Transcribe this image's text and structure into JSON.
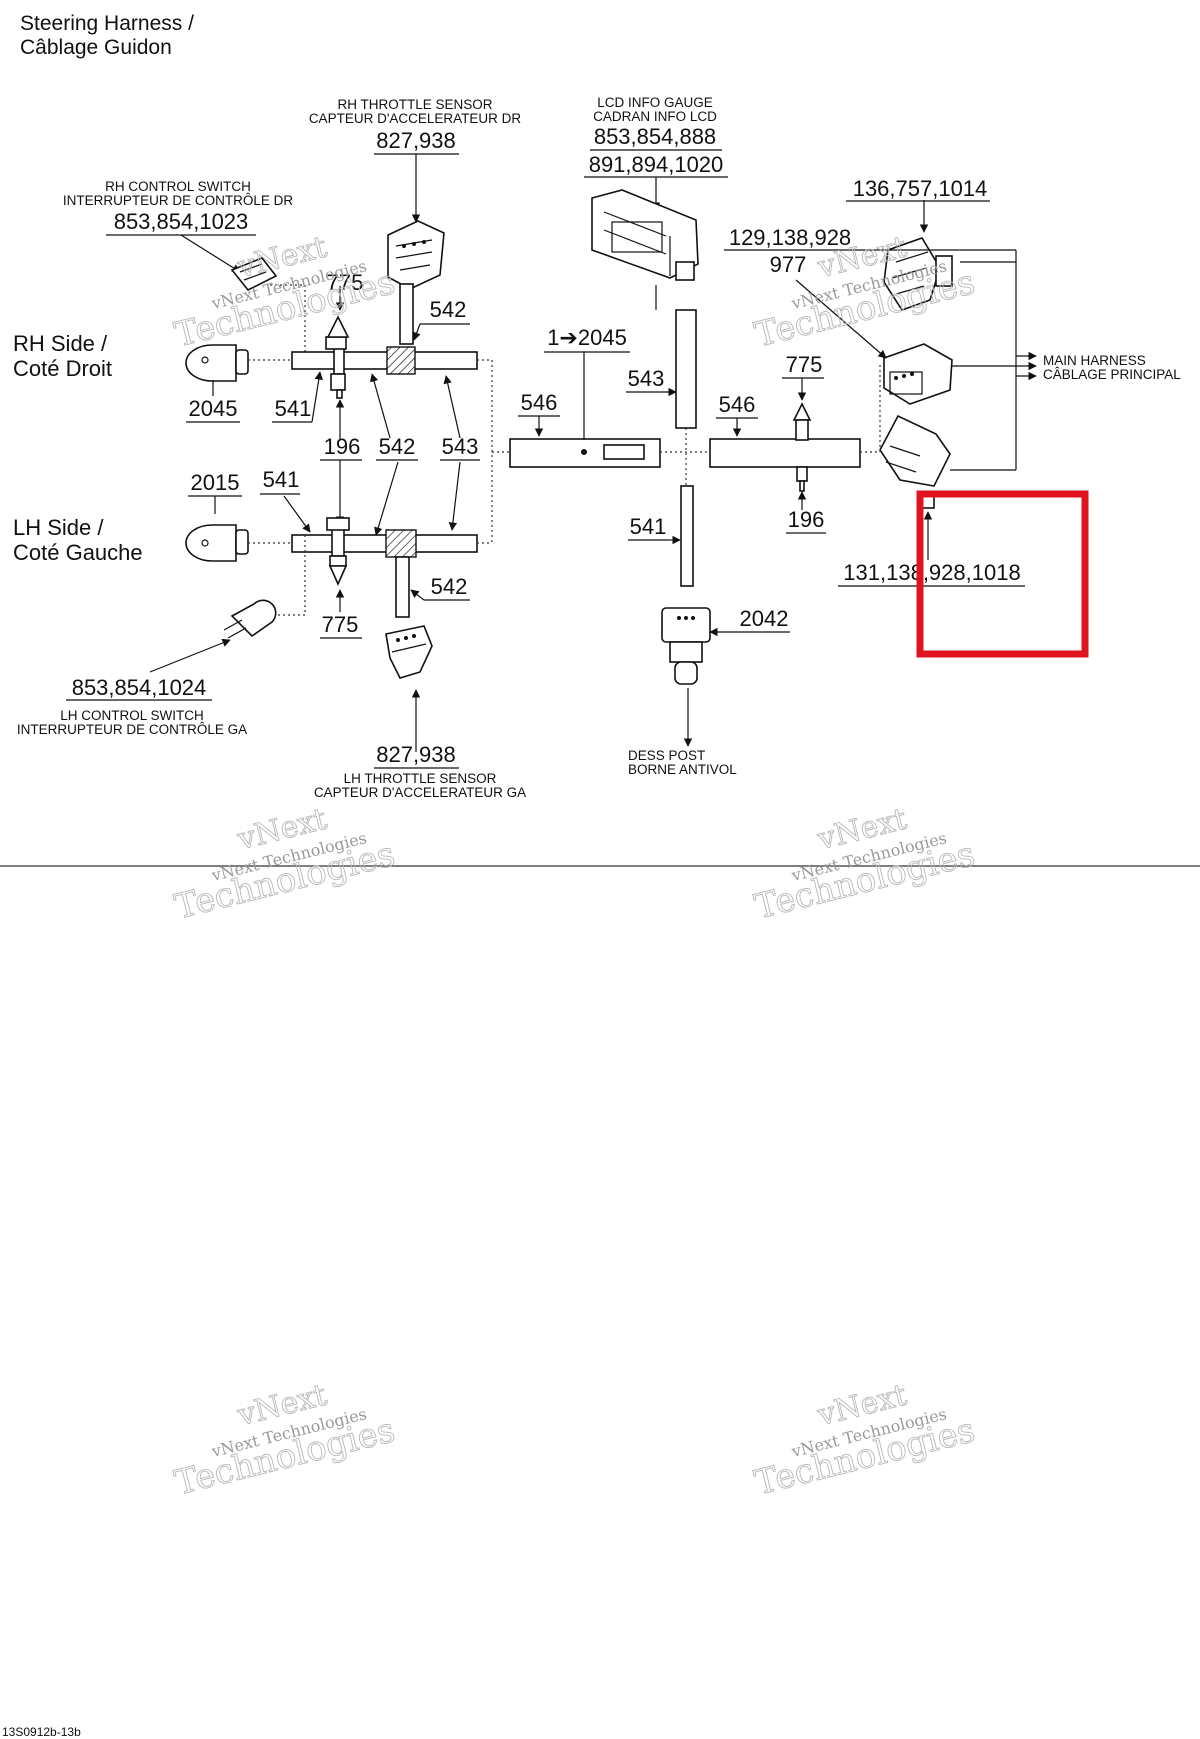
{
  "title": {
    "line1": "Steering Harness /",
    "line2": "Câblage Guidon"
  },
  "sides": {
    "rh": {
      "line1": "RH Side /",
      "line2": "Coté Droit"
    },
    "lh": {
      "line1": "LH Side /",
      "line2": "Coté Gauche"
    }
  },
  "components": {
    "rh_throttle": {
      "line1": "RH THROTTLE SENSOR",
      "line2": "CAPTEUR D'ACCELERATEUR DR",
      "ref": "827,938"
    },
    "lcd_gauge": {
      "line1": "LCD INFO GAUGE",
      "line2": "CADRAN INFO LCD",
      "ref1": "853,854,888",
      "ref2": "891,894,1020"
    },
    "rh_switch": {
      "line1": "RH CONTROL SWITCH",
      "line2": "INTERRUPTEUR DE CONTRÔLE DR",
      "ref": "853,854,1023"
    },
    "lh_switch": {
      "line1": "LH CONTROL SWITCH",
      "line2": "INTERRUPTEUR DE CONTRÔLE GA",
      "ref": "853,854,1024"
    },
    "lh_throttle": {
      "line1": "LH THROTTLE SENSOR",
      "line2": "CAPTEUR D'ACCELERATEUR GA",
      "ref": "827,938"
    },
    "dess_post": {
      "line1": "DESS POST",
      "line2": "BORNE ANTIVOL"
    },
    "main_harness": {
      "line1": "MAIN HARNESS",
      "line2": "CÂBLAGE PRINCIPAL"
    }
  },
  "refs": {
    "r136": "136,757,1014",
    "r129": "129,138,928",
    "r977": "977",
    "r775_top": "775",
    "r542_top": "542",
    "r1_2045": "1➔2045",
    "r543_mid": "543",
    "r546_left": "546",
    "r546_right": "546",
    "r775_right": "775",
    "r2045": "2045",
    "r541_rh": "541",
    "r196": "196",
    "r542_mid": "542",
    "r543_left": "543",
    "r2015": "2015",
    "r541_lh": "541",
    "r541_mid": "541",
    "r196_right": "196",
    "r131": "131,138,928,1018",
    "r542_bot": "542",
    "r775_bot": "775",
    "r2042": "2042"
  },
  "watermark": {
    "line1": "vNext",
    "line2": "vNext Technologies",
    "line3": "Technologies"
  },
  "footer_code": "13S0912b-13b",
  "highlight_color": "#e0141e"
}
